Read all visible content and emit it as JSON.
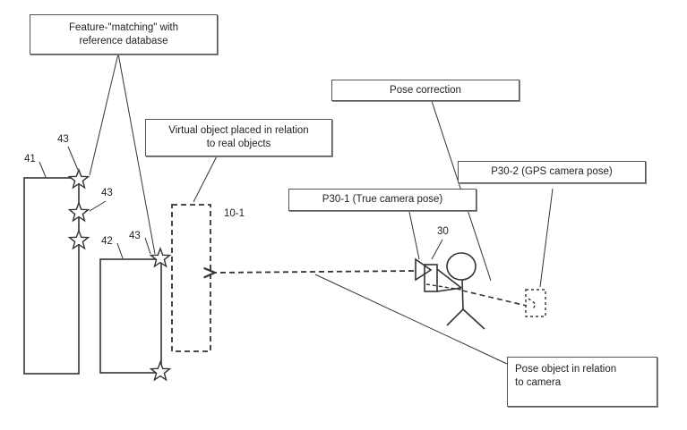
{
  "diagram": {
    "callouts": {
      "feature_matching": "Feature-\"matching\" with reference database",
      "virtual_object": "Virtual object placed in relation to real objects",
      "pose_correction": "Pose correction",
      "true_pose": "P30-1 (True camera pose)",
      "gps_pose": "P30-2 (GPS camera pose)",
      "pose_object": "Pose object in relation to camera"
    },
    "feature_matching_lines": [
      "Feature-\"matching\" with",
      "reference database"
    ],
    "virtual_object_lines": [
      "Virtual object placed in relation",
      "to real objects"
    ],
    "pose_object_lines": [
      "Pose object in relation",
      "to camera"
    ],
    "reference_numerals": {
      "building_1": "41",
      "building_2": "42",
      "feature_point": "43",
      "virtual_object": "10-1",
      "camera": "30"
    }
  }
}
